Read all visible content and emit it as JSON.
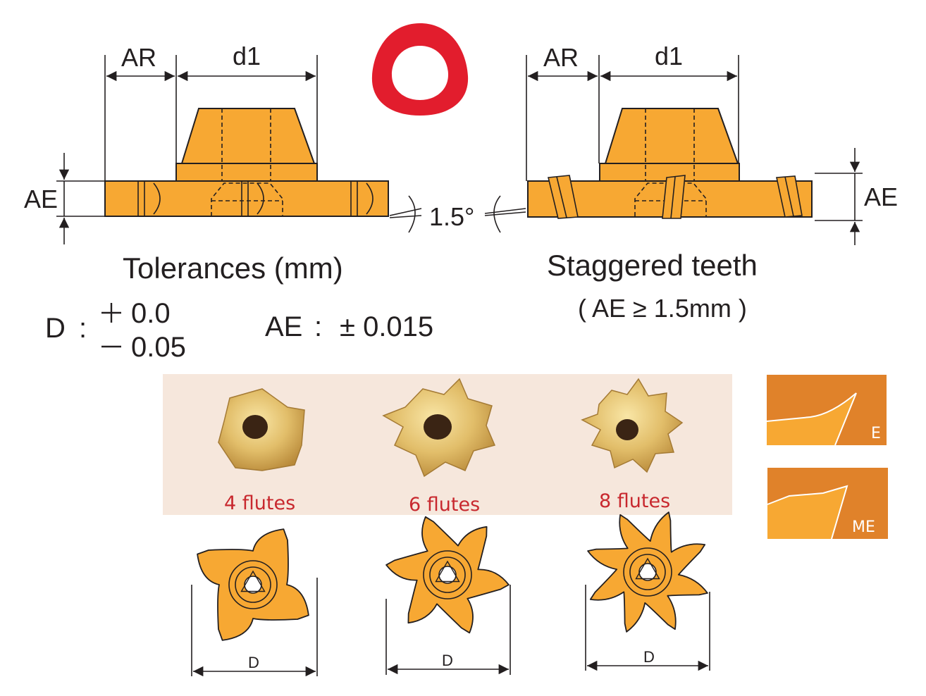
{
  "left_diagram": {
    "ar_label": "AR",
    "d1_label": "d1",
    "ae_label": "AE"
  },
  "right_diagram": {
    "ar_label": "AR",
    "d1_label": "d1",
    "ae_label": "AE"
  },
  "angle_label": "1.5°",
  "tolerances": {
    "heading": "Tolerances (mm)",
    "d_label": "D",
    "d_plus": "0.0",
    "d_minus": "0.05",
    "ae_label": "AE",
    "ae_value": "± 0.015"
  },
  "staggered": {
    "heading": "Staggered teeth",
    "note": "( AE ≥ 1.5mm )"
  },
  "flutes": [
    {
      "label": "4 flutes",
      "count": 4
    },
    {
      "label": "6 flutes",
      "count": 6
    },
    {
      "label": "8 flutes",
      "count": 8
    }
  ],
  "d_marker": "D",
  "profiles": [
    {
      "label": "E"
    },
    {
      "label": "ME"
    }
  ],
  "colors": {
    "insert_orange": "#f7a833",
    "logo_red": "#e21d2d",
    "profile_orange": "#e0822a",
    "photo_panel": "#f6e7dc",
    "flute_text": "#c8282e"
  }
}
